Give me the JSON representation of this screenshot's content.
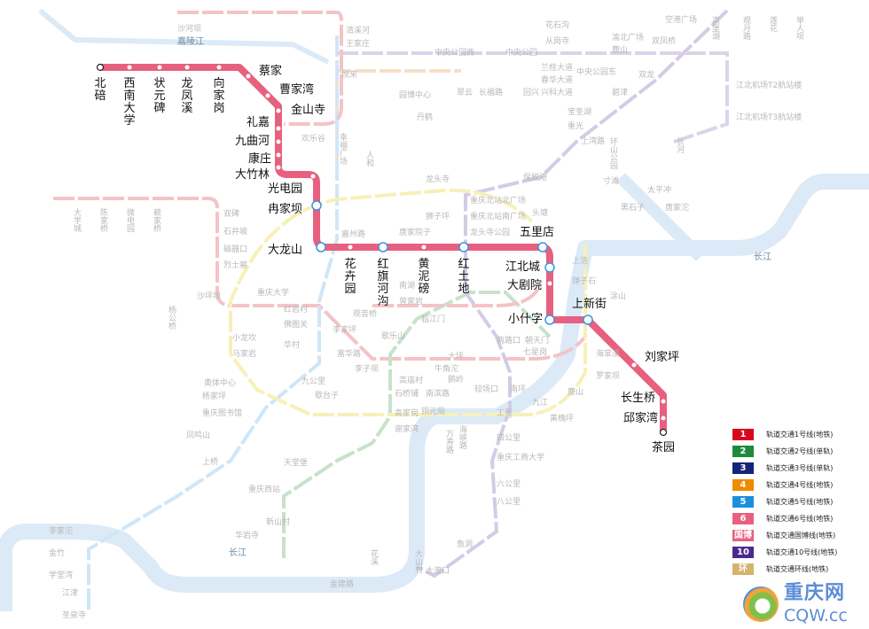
{
  "title_line": "轨道交通6号线",
  "colors": {
    "line6": "#e8607f",
    "river": "#dbeaf6",
    "interchange_stroke": "#3a97e6"
  },
  "rivers": {
    "jialing": "嘉陵江",
    "yangtze": "长江",
    "yangtze2": "长江"
  },
  "line6_stations": [
    {
      "name": "北碚",
      "type": "terminal"
    },
    {
      "name": "西南大学",
      "type": "normal"
    },
    {
      "name": "状元碑",
      "type": "normal"
    },
    {
      "name": "龙凤溪",
      "type": "normal"
    },
    {
      "name": "向家岗",
      "type": "normal"
    },
    {
      "name": "蔡家",
      "type": "normal"
    },
    {
      "name": "曹家湾",
      "type": "normal"
    },
    {
      "name": "金山寺",
      "type": "normal"
    },
    {
      "name": "礼嘉",
      "type": "normal"
    },
    {
      "name": "九曲河",
      "type": "normal"
    },
    {
      "name": "康庄",
      "type": "normal"
    },
    {
      "name": "大竹林",
      "type": "normal"
    },
    {
      "name": "光电园",
      "type": "normal"
    },
    {
      "name": "冉家坝",
      "type": "interchange"
    },
    {
      "name": "大龙山",
      "type": "interchange"
    },
    {
      "name": "花卉园",
      "type": "normal"
    },
    {
      "name": "红旗河沟",
      "type": "interchange"
    },
    {
      "name": "黄泥磅",
      "type": "normal"
    },
    {
      "name": "红土地",
      "type": "interchange"
    },
    {
      "name": "五里店",
      "type": "interchange"
    },
    {
      "name": "江北城",
      "type": "interchange"
    },
    {
      "name": "大剧院",
      "type": "normal"
    },
    {
      "name": "小什字",
      "type": "interchange"
    },
    {
      "name": "上新街",
      "type": "interchange"
    },
    {
      "name": "刘家坪",
      "type": "normal"
    },
    {
      "name": "长生桥",
      "type": "normal"
    },
    {
      "name": "邱家湾",
      "type": "normal"
    },
    {
      "name": "茶园",
      "type": "terminal"
    }
  ],
  "background_stations": [
    "沙河坝",
    "悦来",
    "王家庄",
    "清溪河",
    "中央公园西",
    "中央公园",
    "中央公园东",
    "花石沟",
    "从岗寺",
    "空港广场",
    "高堡湖",
    "观月路",
    "莲花",
    "举人坝",
    "兰桂大道",
    "春华大道",
    "兴科大道",
    "鹿山",
    "渝北广场",
    "双凤桥",
    "碧津",
    "双龙",
    "江北机场T2航站楼",
    "江北机场T3航站楼",
    "园博中心",
    "丹鹤",
    "翠云",
    "长福路",
    "回兴",
    "宝圣湖",
    "重光",
    "上湾路",
    "环山公园",
    "长河",
    "欢乐谷",
    "幸福广场",
    "人和",
    "重庆北站北广场",
    "重庆北站南广场",
    "龙头寺",
    "狮子坪",
    "嘉州路",
    "唐家院子",
    "龙头寺公园",
    "头塘",
    "保税港",
    "寸滩",
    "黑石子",
    "太平冲",
    "唐家沱",
    "大学城",
    "陈家桥",
    "微电园",
    "赖家桥",
    "双碑",
    "石井坡",
    "磁器口",
    "烈士墓",
    "沙坪坝",
    "小龙坎",
    "马家岩",
    "重庆大学",
    "杨公桥",
    "高庙村",
    "大坪",
    "两路口",
    "七星岗",
    "较场口",
    "南坪",
    "南滨路",
    "工贸",
    "四公里",
    "重庆工商大学",
    "六公里",
    "八公里",
    "九公里",
    "歇台子",
    "石桥铺",
    "袁家岗",
    "谢家湾",
    "奥体中心",
    "杨家坪",
    "重庆图书馆",
    "凤鸣山",
    "上桥",
    "重庆西站",
    "华岩寺",
    "天堂堡",
    "金建路",
    "大渡口",
    "鱼洞",
    "大山村",
    "花溪",
    "李家沱",
    "金竹",
    "学堂湾",
    "江津",
    "圣泉寺",
    "九江",
    "鹿山",
    "黄桷坪",
    "海棠溪",
    "罗家坝",
    "上浩",
    "弹子石",
    "涂山",
    "朝天门",
    "临江门",
    "牛角沱",
    "鹅岭",
    "铜元局",
    "万寿路",
    "海峡路",
    "南湖",
    "曾家岩",
    "观音桥",
    "李家坪",
    "华村",
    "富华路",
    "佛图关",
    "歌乐山",
    "红岩村",
    "李子坝",
    "新山村"
  ],
  "legend": [
    {
      "badge": "1",
      "label": "轨道交通1号线(地铁)",
      "color": "#d9061c"
    },
    {
      "badge": "2",
      "label": "轨道交通2号线(单轨)",
      "color": "#1f8a3a"
    },
    {
      "badge": "3",
      "label": "轨道交通3号线(单轨)",
      "color": "#14237a"
    },
    {
      "badge": "4",
      "label": "轨道交通4号线(地铁)",
      "color": "#f08a00"
    },
    {
      "badge": "5",
      "label": "轨道交通5号线(地铁)",
      "color": "#1b8fde"
    },
    {
      "badge": "6",
      "label": "轨道交通6号线(地铁)",
      "color": "#e8607f"
    },
    {
      "badge": "国博",
      "label": "轨道交通国博线(地铁)",
      "color": "#e8607f"
    },
    {
      "badge": "10",
      "label": "轨道交通10号线(地铁)",
      "color": "#4b2a8c"
    },
    {
      "badge": "环",
      "label": "轨道交通环线(地铁)",
      "color": "#d4b36a"
    }
  ],
  "logo": {
    "cn": "重庆网",
    "en": "CQW.cc"
  }
}
